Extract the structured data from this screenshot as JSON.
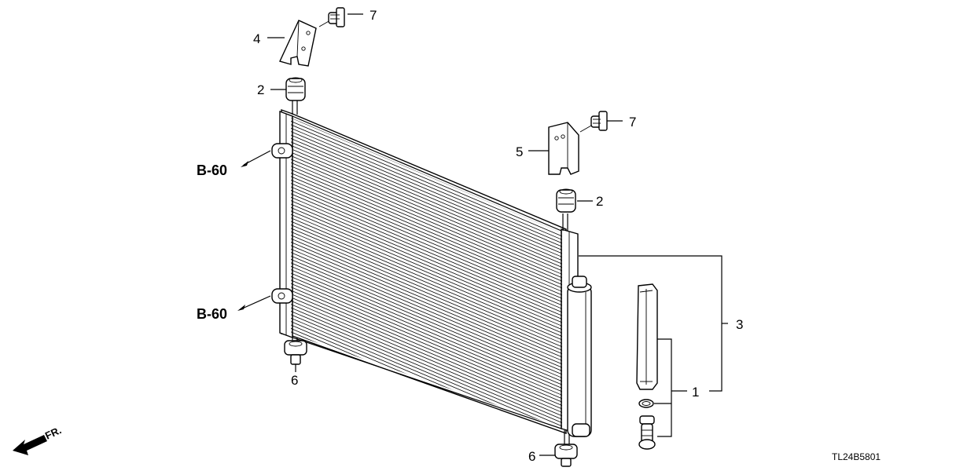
{
  "diagram": {
    "callouts": {
      "c1": "1",
      "c2_top": "2",
      "c2_right": "2",
      "c3": "3",
      "c4": "4",
      "c5": "5",
      "c6_left": "6",
      "c6_bottom": "6",
      "c7_top": "7",
      "c7_right": "7"
    },
    "references": {
      "upper": "B-60",
      "lower": "B-60"
    },
    "direction_label": "FR.",
    "drawing_code": "TL24B5801"
  }
}
